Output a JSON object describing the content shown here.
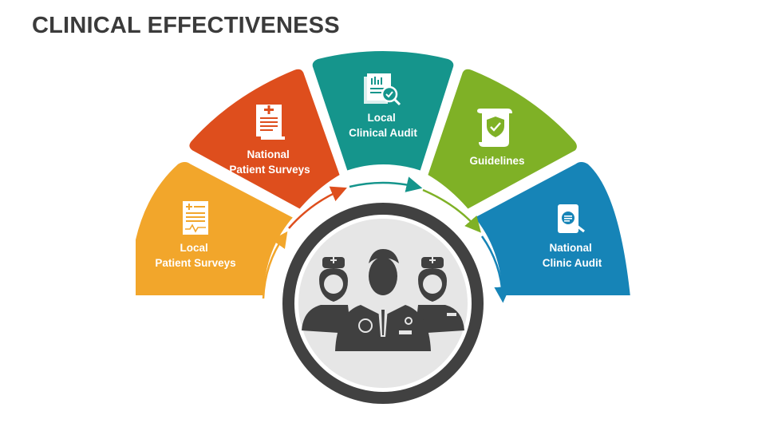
{
  "title": "CLINICAL EFFECTIVENESS",
  "center": {
    "icon": "medical-team-icon"
  },
  "segments": [
    {
      "id": "local-patient-surveys",
      "lines": [
        "Local",
        "Patient Surveys"
      ],
      "color": "#F2A62B",
      "icon": "patient-chart-icon"
    },
    {
      "id": "national-patient-surveys",
      "lines": [
        "National",
        "Patient Surveys"
      ],
      "color": "#DE4E1D",
      "icon": "medical-document-icon"
    },
    {
      "id": "local-clinical-audit",
      "lines": [
        "Local",
        "Clinical Audit"
      ],
      "color": "#15958C",
      "icon": "audit-report-icon"
    },
    {
      "id": "guidelines",
      "lines": [
        "Guidelines"
      ],
      "color": "#7FB126",
      "icon": "guideline-scroll-icon"
    },
    {
      "id": "national-clinic-audit",
      "lines": [
        "National",
        "Clinic Audit"
      ],
      "color": "#1684B7",
      "icon": "clinic-audit-icon"
    }
  ],
  "colors": {
    "title": "#3B3B3B",
    "hub_ring": "#414141",
    "hub_fill": "#E6E6E6",
    "people": "#404040"
  }
}
